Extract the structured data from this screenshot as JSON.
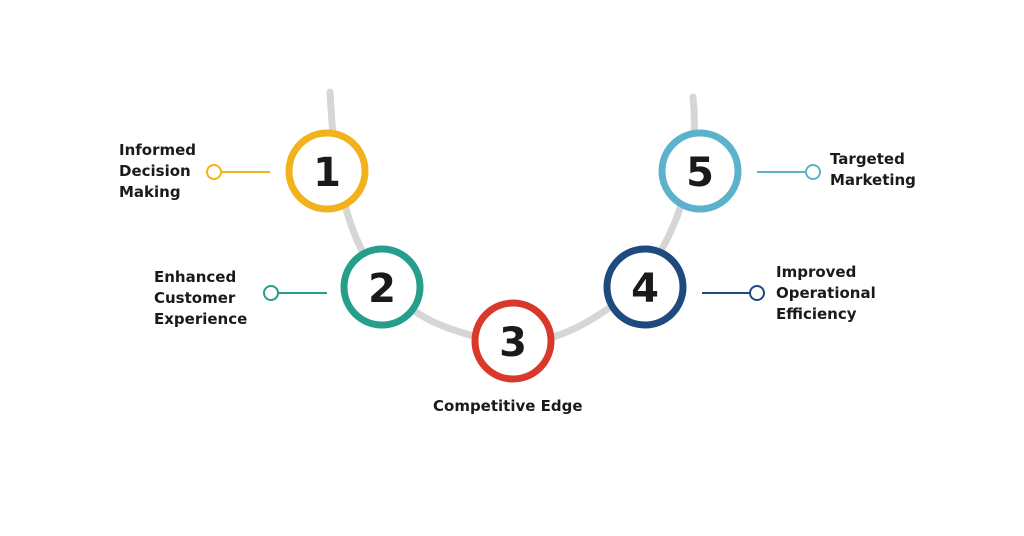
{
  "steps": [
    {
      "number": "1",
      "label": "Informed\nDecision\nMaking",
      "color": "#F2B21B"
    },
    {
      "number": "2",
      "label": "Enhanced\nCustomer\nExperience",
      "color": "#269E8C"
    },
    {
      "number": "3",
      "label": "Competitive Edge",
      "color": "#D8392B"
    },
    {
      "number": "4",
      "label": "Improved\nOperational\nEfficiency",
      "color": "#1F4A7E"
    },
    {
      "number": "5",
      "label": "Targeted\nMarketing",
      "color": "#5BB3CB"
    }
  ],
  "connector_color": "#D6D6D6"
}
